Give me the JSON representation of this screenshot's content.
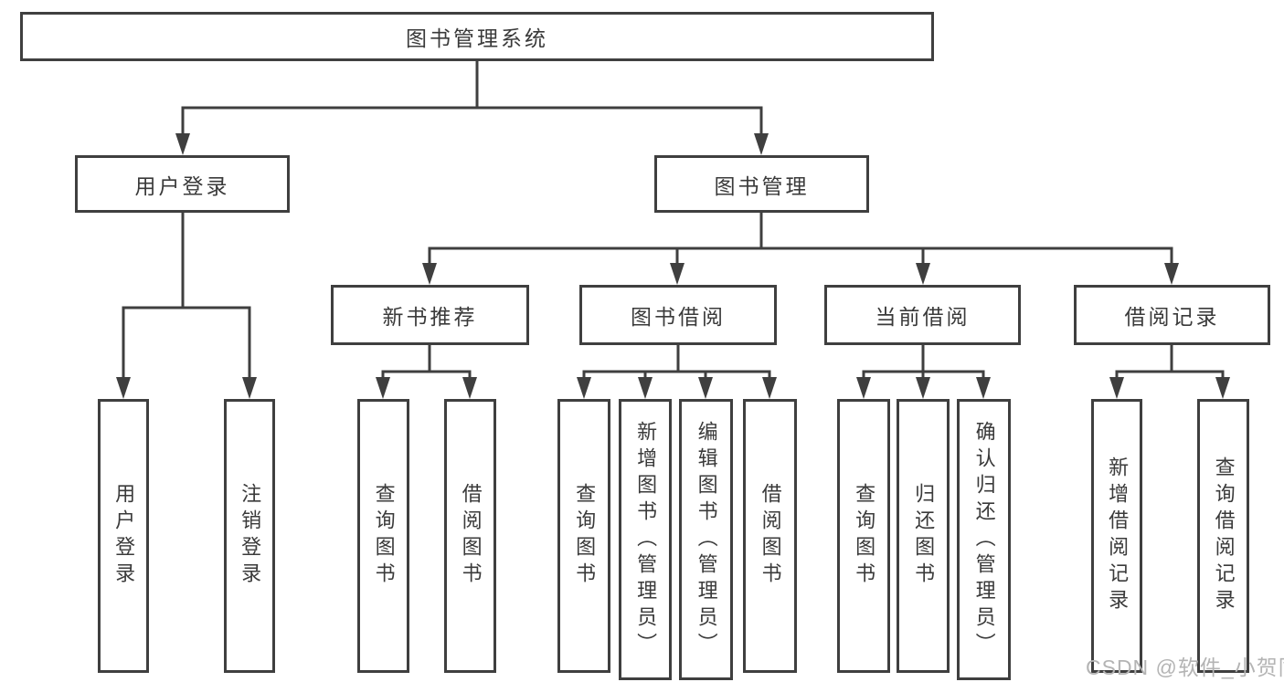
{
  "style": {
    "line_color": "#3f3f3f",
    "text_color": "#3a3a3a",
    "watermark_color": "#b4b4b4",
    "background": "#ffffff"
  },
  "watermark": "CSDN @软件_小贺同学",
  "tree": {
    "root": {
      "label": "图书管理系统"
    },
    "branches": [
      {
        "label": "用户登录",
        "children": [
          {
            "label": "用户登录"
          },
          {
            "label": "注销登录"
          }
        ]
      },
      {
        "label": "图书管理",
        "children": [
          {
            "label": "新书推荐",
            "children": [
              {
                "label": "查询图书"
              },
              {
                "label": "借阅图书"
              }
            ]
          },
          {
            "label": "图书借阅",
            "children": [
              {
                "label": "查询图书"
              },
              {
                "label": "新增图书（管理员）"
              },
              {
                "label": "编辑图书（管理员）"
              },
              {
                "label": "借阅图书"
              }
            ]
          },
          {
            "label": "当前借阅",
            "children": [
              {
                "label": "查询图书"
              },
              {
                "label": "归还图书"
              },
              {
                "label": "确认归还（管理员）"
              }
            ]
          },
          {
            "label": "借阅记录",
            "children": [
              {
                "label": "新增借阅记录"
              },
              {
                "label": "查询借阅记录"
              }
            ]
          }
        ]
      }
    ]
  }
}
